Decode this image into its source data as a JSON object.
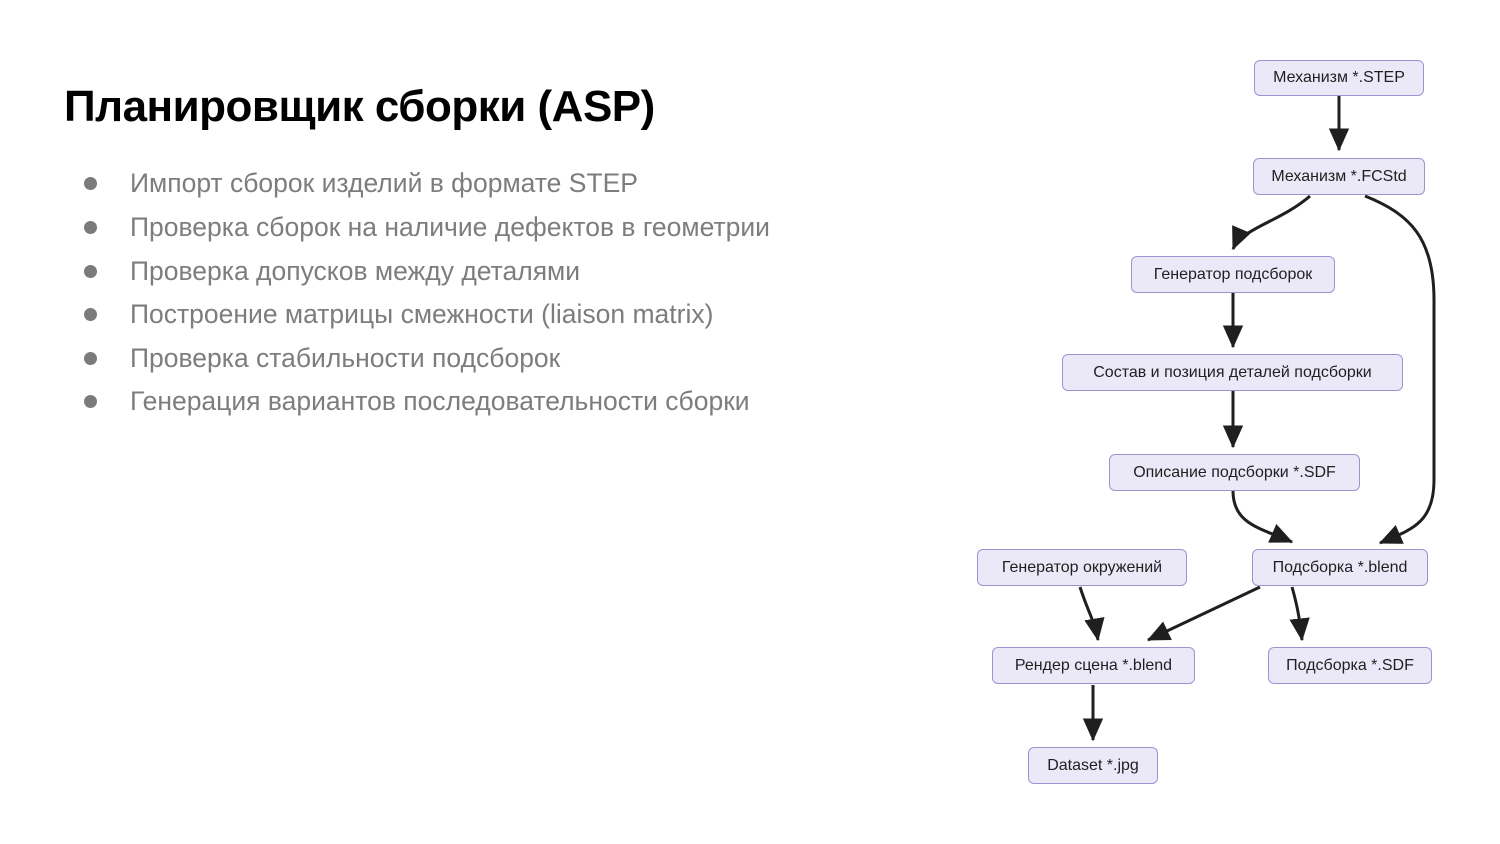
{
  "slide": {
    "title": "Планировщик сборки (ASP)",
    "bullets": [
      "Импорт сборок изделий в формате STEP",
      "Проверка сборок на наличие дефектов в геометрии",
      "Проверка допусков между деталями",
      "Построение матрицы смежности (liaison matrix)",
      "Проверка стабильности подсборок",
      "Генерация вариантов последовательности сборки"
    ],
    "bullet_marker": "•"
  },
  "diagram": {
    "type": "flowchart",
    "node_fill": "#ebe9f8",
    "node_border": "#9e93d2",
    "edge_color": "#1f1f1f",
    "nodes": [
      {
        "id": "step",
        "label": "Механизм *.STEP"
      },
      {
        "id": "fcstd",
        "label": "Механизм *.FCStd"
      },
      {
        "id": "gen_sub",
        "label": "Генератор подсборок"
      },
      {
        "id": "composition",
        "label": "Состав и позиция деталей подсборки"
      },
      {
        "id": "desc_sdf",
        "label": "Описание подсборки *.SDF"
      },
      {
        "id": "gen_env",
        "label": "Генератор окружений"
      },
      {
        "id": "sub_blend",
        "label": "Подсборка *.blend"
      },
      {
        "id": "render",
        "label": "Рендер сцена *.blend"
      },
      {
        "id": "sub_sdf",
        "label": "Подсборка *.SDF"
      },
      {
        "id": "dataset",
        "label": "Dataset *.jpg"
      }
    ],
    "edges": [
      {
        "from": "step",
        "to": "fcstd"
      },
      {
        "from": "fcstd",
        "to": "gen_sub"
      },
      {
        "from": "fcstd",
        "to": "sub_blend"
      },
      {
        "from": "gen_sub",
        "to": "composition"
      },
      {
        "from": "composition",
        "to": "desc_sdf"
      },
      {
        "from": "desc_sdf",
        "to": "sub_blend"
      },
      {
        "from": "gen_env",
        "to": "render"
      },
      {
        "from": "sub_blend",
        "to": "render"
      },
      {
        "from": "sub_blend",
        "to": "sub_sdf"
      },
      {
        "from": "render",
        "to": "dataset"
      }
    ]
  }
}
